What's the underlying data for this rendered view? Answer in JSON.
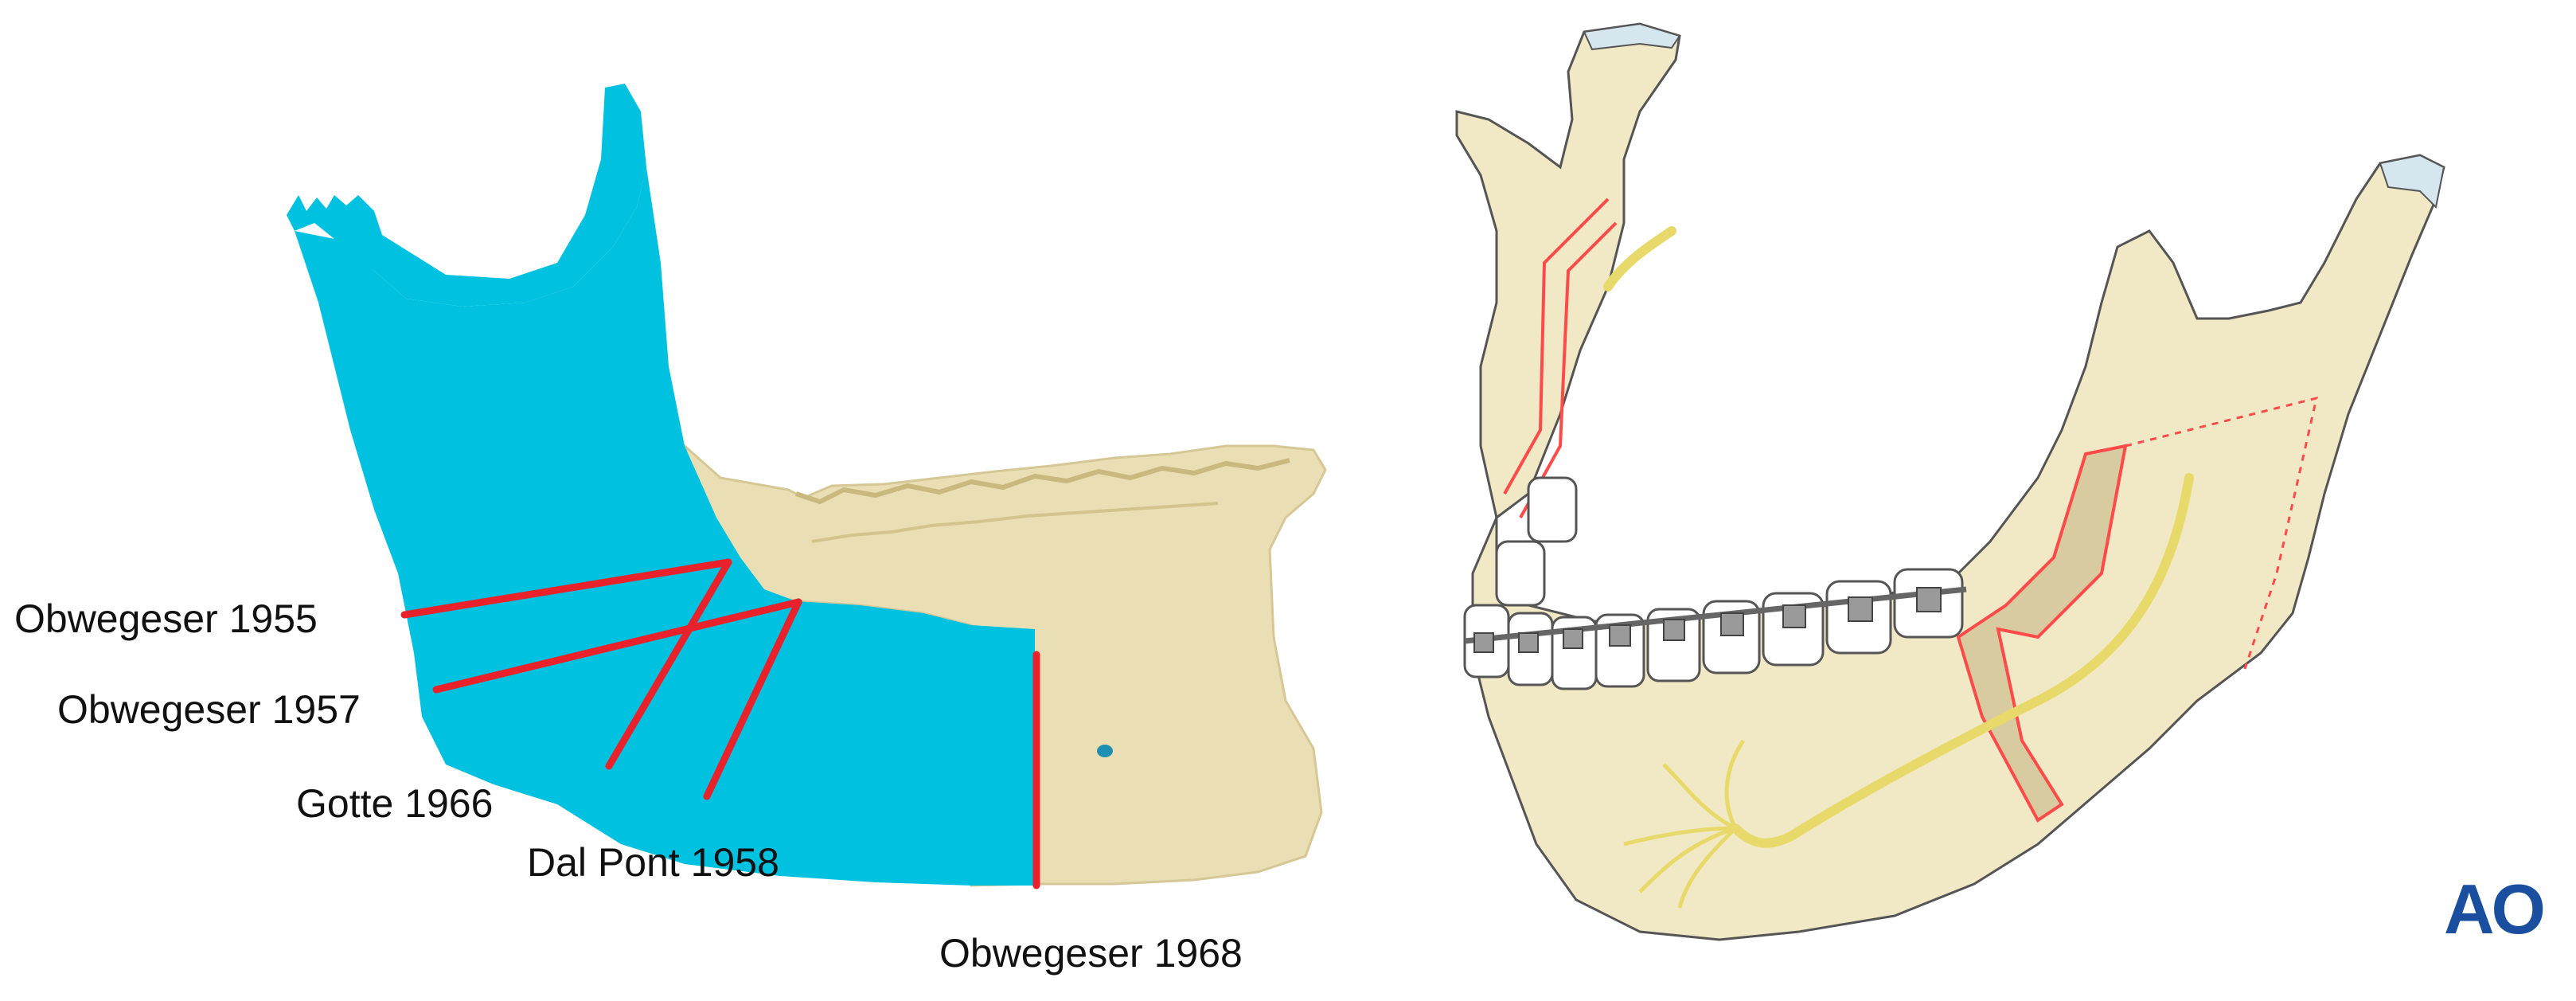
{
  "colors": {
    "ramus_blue": "#00c2e0",
    "bone": "#eadfb4",
    "osteotomy_line": "#e8212a",
    "illustration_bone": "#f1e8c5",
    "nerve": "#e8da6a",
    "logo_blue": "#1a4fa0"
  },
  "labels": {
    "obwegeser_1955": "Obwegeser 1955",
    "obwegeser_1957": "Obwegeser 1957",
    "gotte_1966": "Gotte 1966",
    "dal_pont_1958": "Dal Pont 1958",
    "obwegeser_1968": "Obwegeser 1968"
  },
  "logo": {
    "text": "AO"
  }
}
